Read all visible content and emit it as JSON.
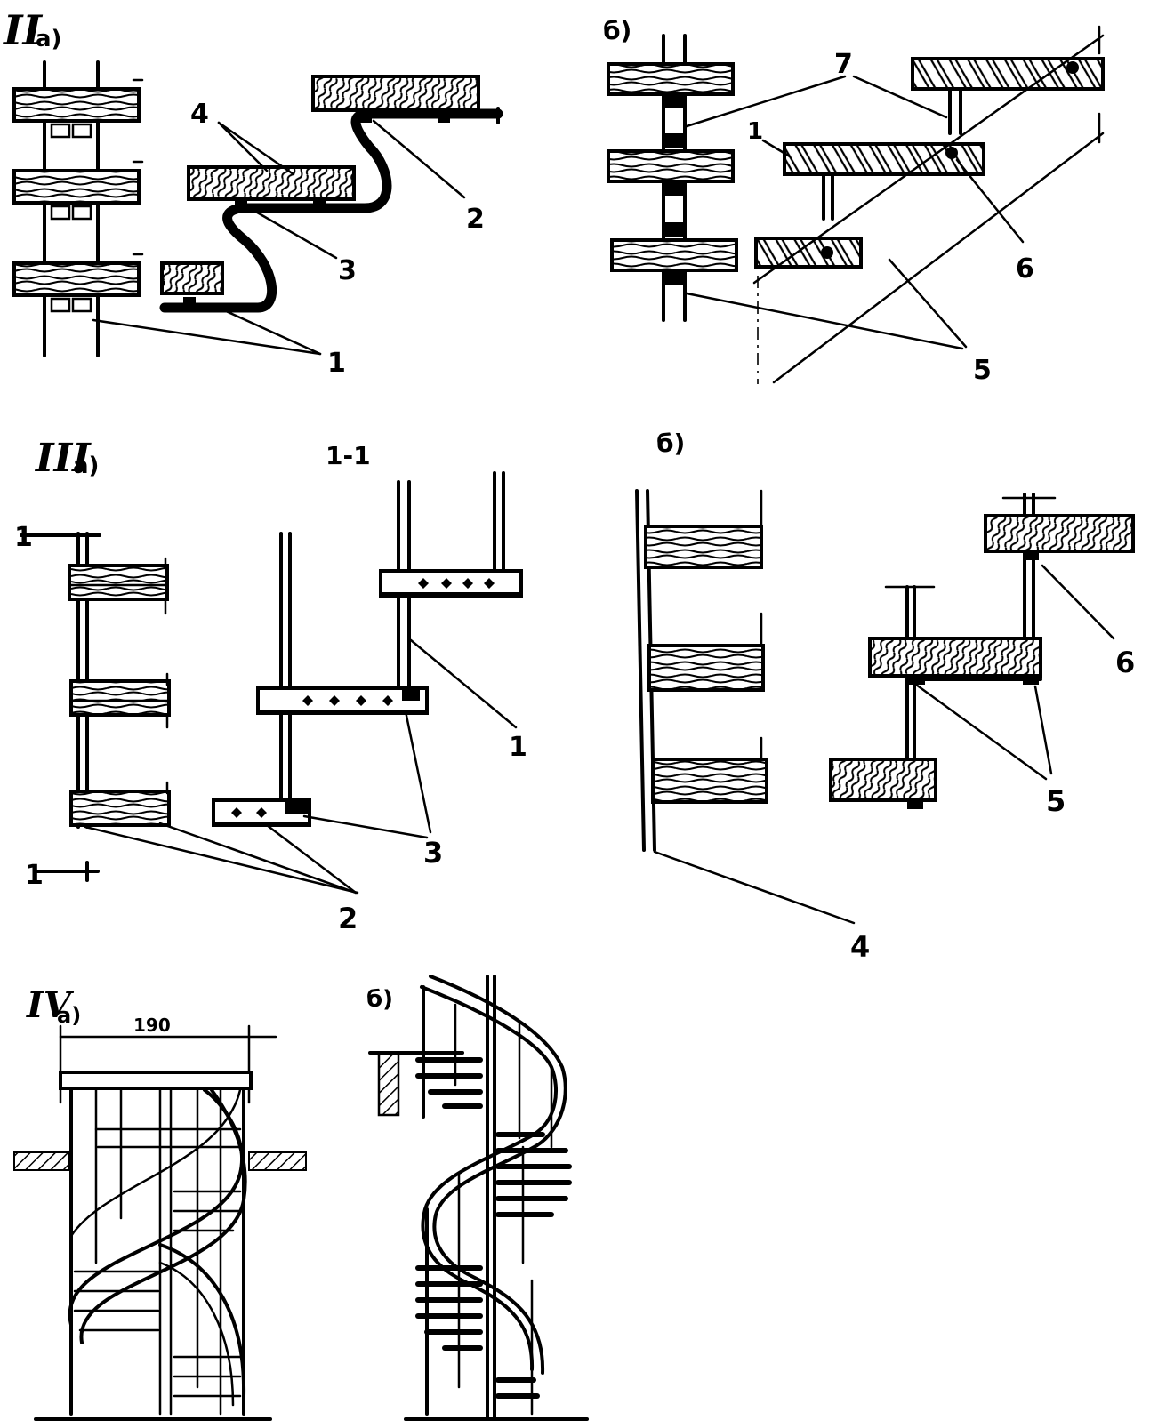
{
  "sections": {
    "II": {
      "numeral": "II",
      "sub_a": "а)",
      "sub_b": "б)",
      "a_labels": [
        "4",
        "2",
        "3",
        "1"
      ],
      "b_labels": [
        "7",
        "1",
        "6",
        "5"
      ]
    },
    "III": {
      "numeral": "III",
      "sub_a": "а)",
      "section_mark": "1-1",
      "sub_b": "б)",
      "a_labels": [
        "1",
        "1",
        "1",
        "2",
        "3"
      ],
      "b_labels": [
        "6",
        "5",
        "4"
      ]
    },
    "IV": {
      "numeral": "IV",
      "sub_a": "а)",
      "sub_b": "б)",
      "dimension": "190"
    }
  }
}
